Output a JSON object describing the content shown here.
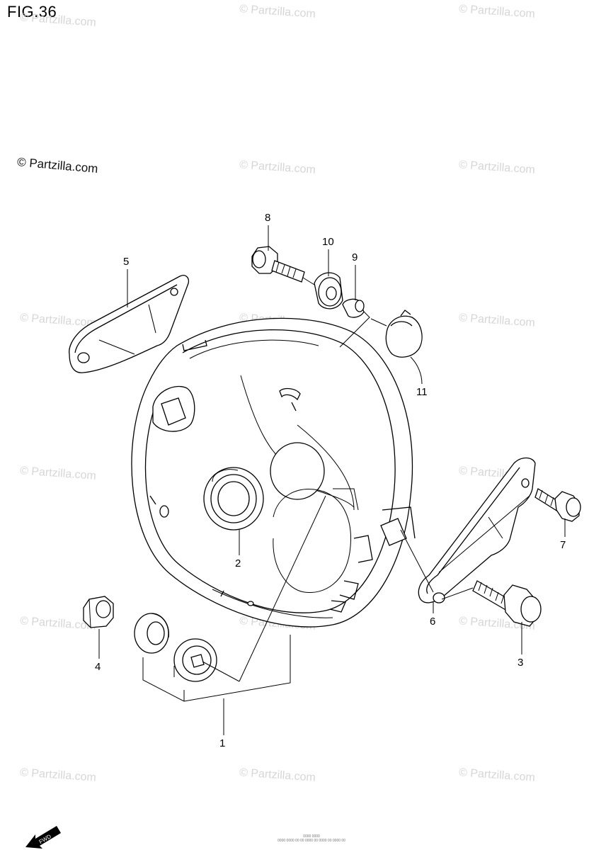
{
  "title": "FIG.36",
  "watermark": "© Partzilla.com",
  "callouts": {
    "p1": "1",
    "p2": "2",
    "p3": "3",
    "p4": "4",
    "p5": "5",
    "p6": "6",
    "p7": "7",
    "p8": "8",
    "p9": "9",
    "p10": "10",
    "p11": "11"
  },
  "fwd_label": "FWD",
  "footnote_line1": "0000 0000",
  "footnote_line2": "0000 0000 00 00 0000 00 0000 00 0000 00"
}
